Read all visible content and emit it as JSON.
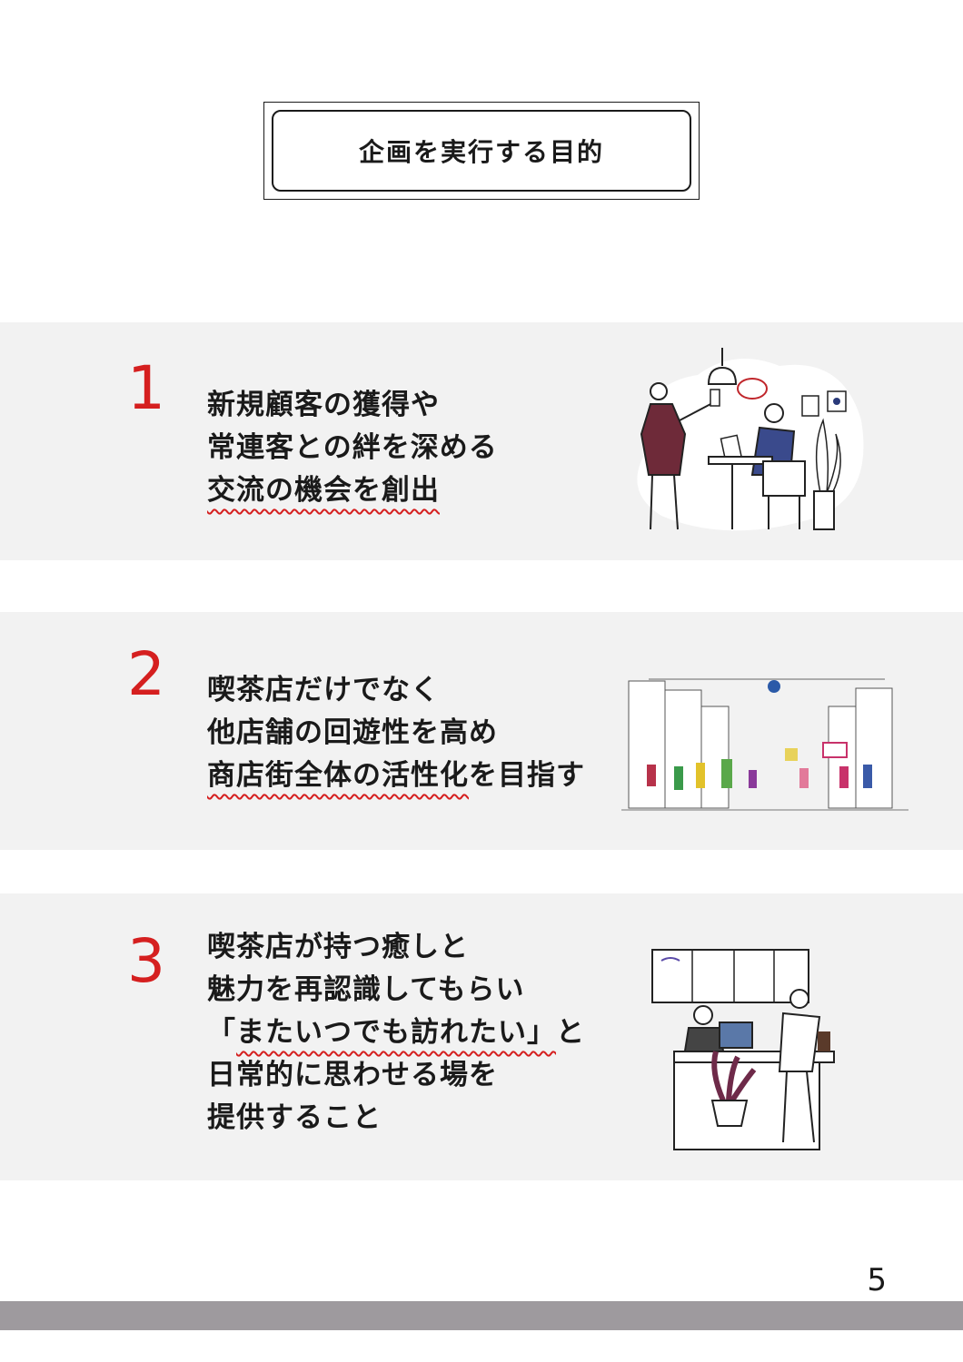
{
  "title": "企画を実行する目的",
  "sections": [
    {
      "number": "1",
      "lines": [
        "新規顧客の獲得や",
        "常連客との絆を深める",
        "交流の機会を創出"
      ],
      "illustration_icon": "cafe-server-and-customer-illustration"
    },
    {
      "number": "2",
      "lines": [
        "喫茶店だけでなく",
        "他店舗の回遊性を高め"
      ],
      "line3_underlined": "商店街全体の活性化",
      "line3_rest": "を目指す",
      "illustration_icon": "shopping-street-crowd-illustration"
    },
    {
      "number": "3",
      "lines": [
        "喫茶店が持つ癒しと",
        "魅力を再認識してもらい"
      ],
      "line3_open": "「",
      "line3_underlined": "またいつでも訪れたい」",
      "line3_rest": "と",
      "lines_after": [
        "日常的に思わせる場を",
        "提供すること"
      ],
      "illustration_icon": "cafe-counter-barista-illustration"
    }
  ],
  "page_number": "5",
  "colors": {
    "accent": "#d51f1f",
    "panel": "#f2f2f2",
    "footer": "#9e9a9e"
  }
}
